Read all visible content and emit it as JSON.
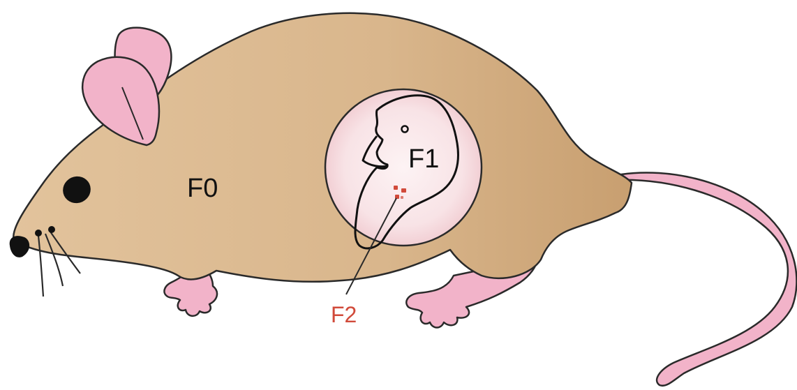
{
  "labels": {
    "mother": "F0",
    "fetus": "F1",
    "germ_cells": "F2"
  },
  "colors": {
    "body_fill": "#dcb98f",
    "body_fill_dark": "#c9a274",
    "outline": "#2a2a2a",
    "pink": "#f2b3c9",
    "pink_light": "#f9dde6",
    "womb_fill": "#f7dfe2",
    "womb_inner": "#fbeef0",
    "f2_red": "#d14a3a",
    "eye": "#111111"
  }
}
